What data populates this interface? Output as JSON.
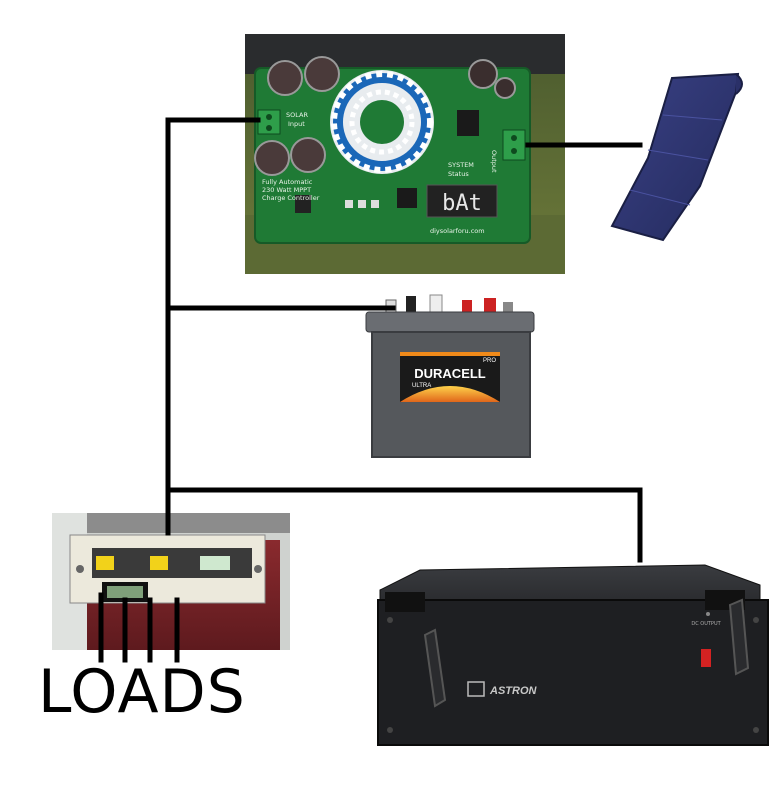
{
  "labels": {
    "loads": "LOADS"
  },
  "controller_board": {
    "silk_solar": "SOLAR",
    "silk_input": "Input",
    "silk_system": "SYSTEM",
    "silk_status": "Status",
    "silk_output": "Output",
    "silk_line1": "Fully Automatic",
    "silk_line2": "230 Watt MPPT",
    "silk_line3": "Charge Controller",
    "silk_url": "diysolarforu.com",
    "display_text": "bAt"
  },
  "battery": {
    "brand": "DURACELL",
    "sub": "ULTRA",
    "badge": "PRO"
  },
  "power_supply": {
    "brand": "ASTRON",
    "panel_label": "DC OUTPUT"
  },
  "colors": {
    "wire": "#000000",
    "pcb": "#1f7a35",
    "battery_body": "#55585c",
    "duracell_label": "#1a1a1a",
    "duracell_orange": "#f08a1a",
    "psu_body": "#1e1f22",
    "solar_panel": "#2d3470"
  }
}
